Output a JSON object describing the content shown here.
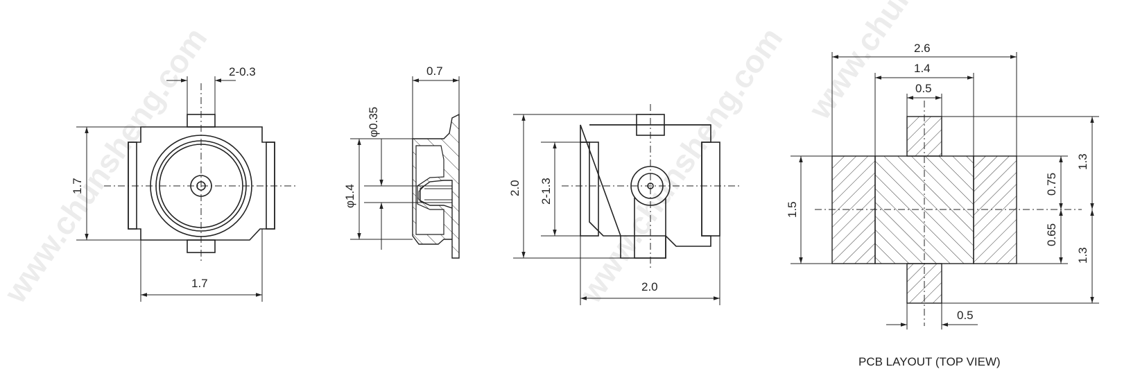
{
  "watermark": "www.chunsheng.com",
  "front_view": {
    "tab_width": "2-0.3",
    "height": "1.7",
    "width": "1.7"
  },
  "side_view": {
    "thickness": "0.7",
    "pin_dia": "φ0.35",
    "body_dia": "φ1.4"
  },
  "bottom_view": {
    "height": "2.0",
    "pad_height": "2-1.3",
    "width": "2.0"
  },
  "pcb_layout": {
    "caption": "PCB LAYOUT (TOP VIEW)",
    "total_width": "2.6",
    "inner_width": "1.4",
    "tab_width_top": "0.5",
    "tab_width_bottom": "0.5",
    "height": "1.5",
    "upper_offset": "0.75",
    "lower_offset": "0.65",
    "upper_extent": "1.3",
    "lower_extent": "1.3"
  }
}
